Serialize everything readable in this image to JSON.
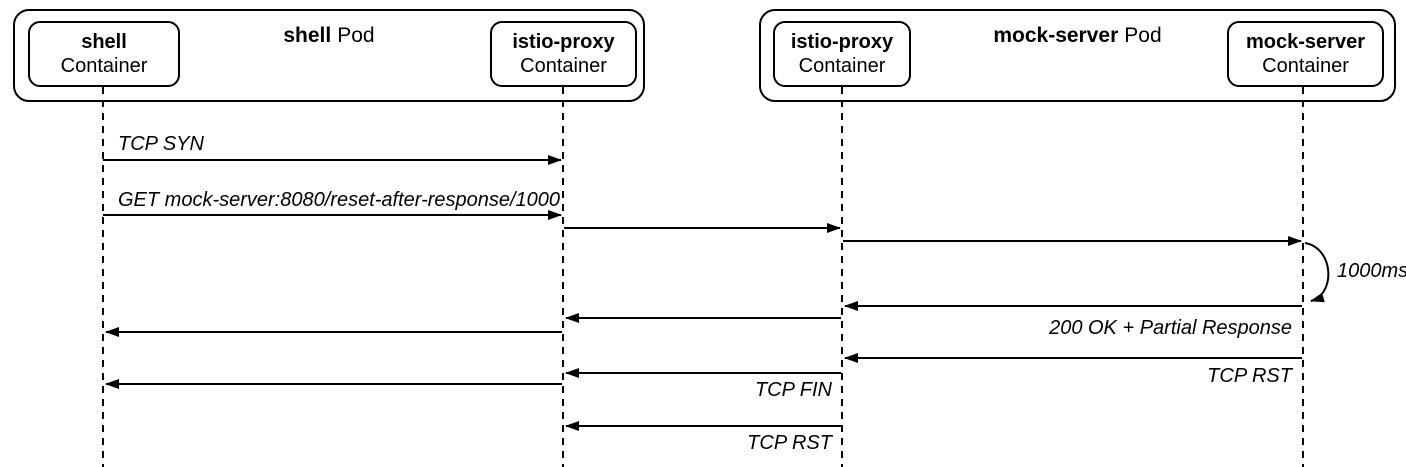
{
  "pods": [
    {
      "title": {
        "name": "shell",
        "kind": "Pod"
      },
      "containers": [
        {
          "name": "shell",
          "kind": "Container"
        },
        {
          "name": "istio-proxy",
          "kind": "Container"
        }
      ]
    },
    {
      "title": {
        "name": "mock-server",
        "kind": "Pod"
      },
      "containers": [
        {
          "name": "istio-proxy",
          "kind": "Container"
        },
        {
          "name": "mock-server",
          "kind": "Container"
        }
      ]
    }
  ],
  "messages": {
    "tcp_syn": {
      "label": "TCP SYN",
      "from": "shell",
      "to": "istio-proxy (shell Pod)"
    },
    "http_get": {
      "label": "GET mock-server:8080/reset-after-response/1000",
      "from": "shell",
      "to": "istio-proxy (shell Pod)"
    },
    "forward_hop_1": {
      "label": "",
      "from": "istio-proxy (shell Pod)",
      "to": "istio-proxy (mock-server Pod)"
    },
    "forward_hop_2": {
      "label": "",
      "from": "istio-proxy (mock-server Pod)",
      "to": "mock-server"
    },
    "timer": {
      "label": "1000ms",
      "at": "mock-server"
    },
    "response": {
      "label": "200 OK + Partial Response",
      "from": "mock-server",
      "to": "istio-proxy (mock-server Pod)"
    },
    "response_hop_1": {
      "label": "",
      "from": "istio-proxy (mock-server Pod)",
      "to": "istio-proxy (shell Pod)"
    },
    "response_hop_2": {
      "label": "",
      "from": "istio-proxy (shell Pod)",
      "to": "shell"
    },
    "tcp_rst_server": {
      "label": "TCP RST",
      "from": "mock-server",
      "to": "istio-proxy (mock-server Pod)"
    },
    "tcp_fin": {
      "label": "TCP FIN",
      "from": "istio-proxy (mock-server Pod)",
      "to": "istio-proxy (shell Pod)"
    },
    "fin_hop": {
      "label": "",
      "from": "istio-proxy (shell Pod)",
      "to": "shell"
    },
    "tcp_rst_proxy": {
      "label": "TCP RST",
      "from": "istio-proxy (mock-server Pod)",
      "to": "istio-proxy (shell Pod)"
    }
  },
  "colors": {
    "ink": "#000000",
    "background": "#ffffff"
  }
}
